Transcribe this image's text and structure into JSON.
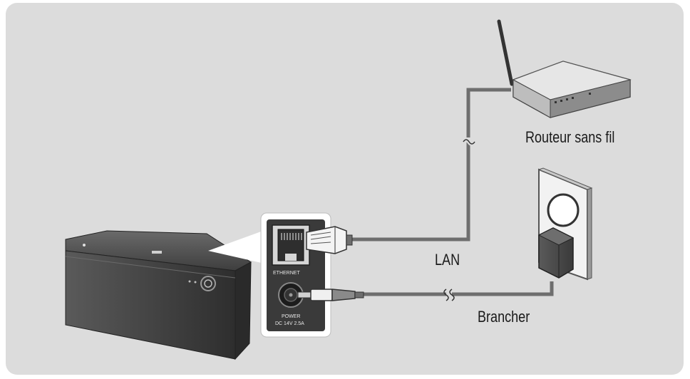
{
  "labels": {
    "router": "Routeur sans fil",
    "lan": "LAN",
    "power": "Brancher"
  },
  "port_panel": {
    "ethernet_label": "ETHERNET",
    "power_label": "POWER",
    "power_spec": "DC 14V 2.5A"
  },
  "colors": {
    "background": "#dcdcdc",
    "cable": "#6e6e6e",
    "speaker": "#4a4a4a",
    "panel": "#3a3a3a"
  }
}
